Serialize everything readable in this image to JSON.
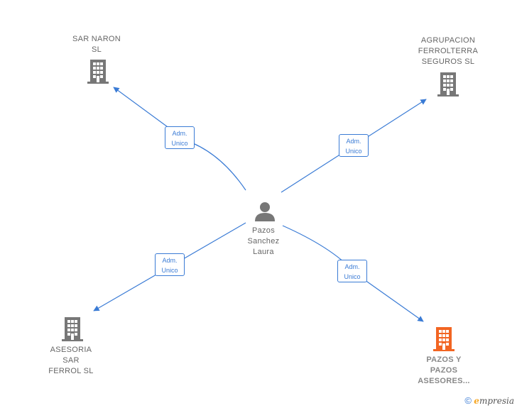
{
  "center": {
    "label": "Pazos\nSanchez\nLaura",
    "icon": "person-icon"
  },
  "companies": [
    {
      "id": "sar-naron",
      "label": "SAR NARON\nSL",
      "highlight": false,
      "color": "#777777"
    },
    {
      "id": "agrupacion",
      "label": "AGRUPACION\nFERROLTERRA\nSEGUROS  SL",
      "highlight": false,
      "color": "#777777"
    },
    {
      "id": "asesoria",
      "label": "ASESORIA\nSAR\nFERROL  SL",
      "highlight": false,
      "color": "#777777"
    },
    {
      "id": "pazos-y-pazos",
      "label": "PAZOS Y\nPAZOS\nASESORES...",
      "highlight": true,
      "color": "#f26522"
    }
  ],
  "edges": [
    {
      "label_line1": "Adm.",
      "label_line2": "Unico"
    },
    {
      "label_line1": "Adm.",
      "label_line2": "Unico"
    },
    {
      "label_line1": "Adm.",
      "label_line2": "Unico"
    },
    {
      "label_line1": "Adm.",
      "label_line2": "Unico"
    }
  ],
  "colors": {
    "edge": "#3a7bd5",
    "node": "#777777",
    "highlight": "#f26522"
  },
  "footer": {
    "copyright": "©",
    "brand_initial": "e",
    "brand_rest": "mpresia"
  }
}
